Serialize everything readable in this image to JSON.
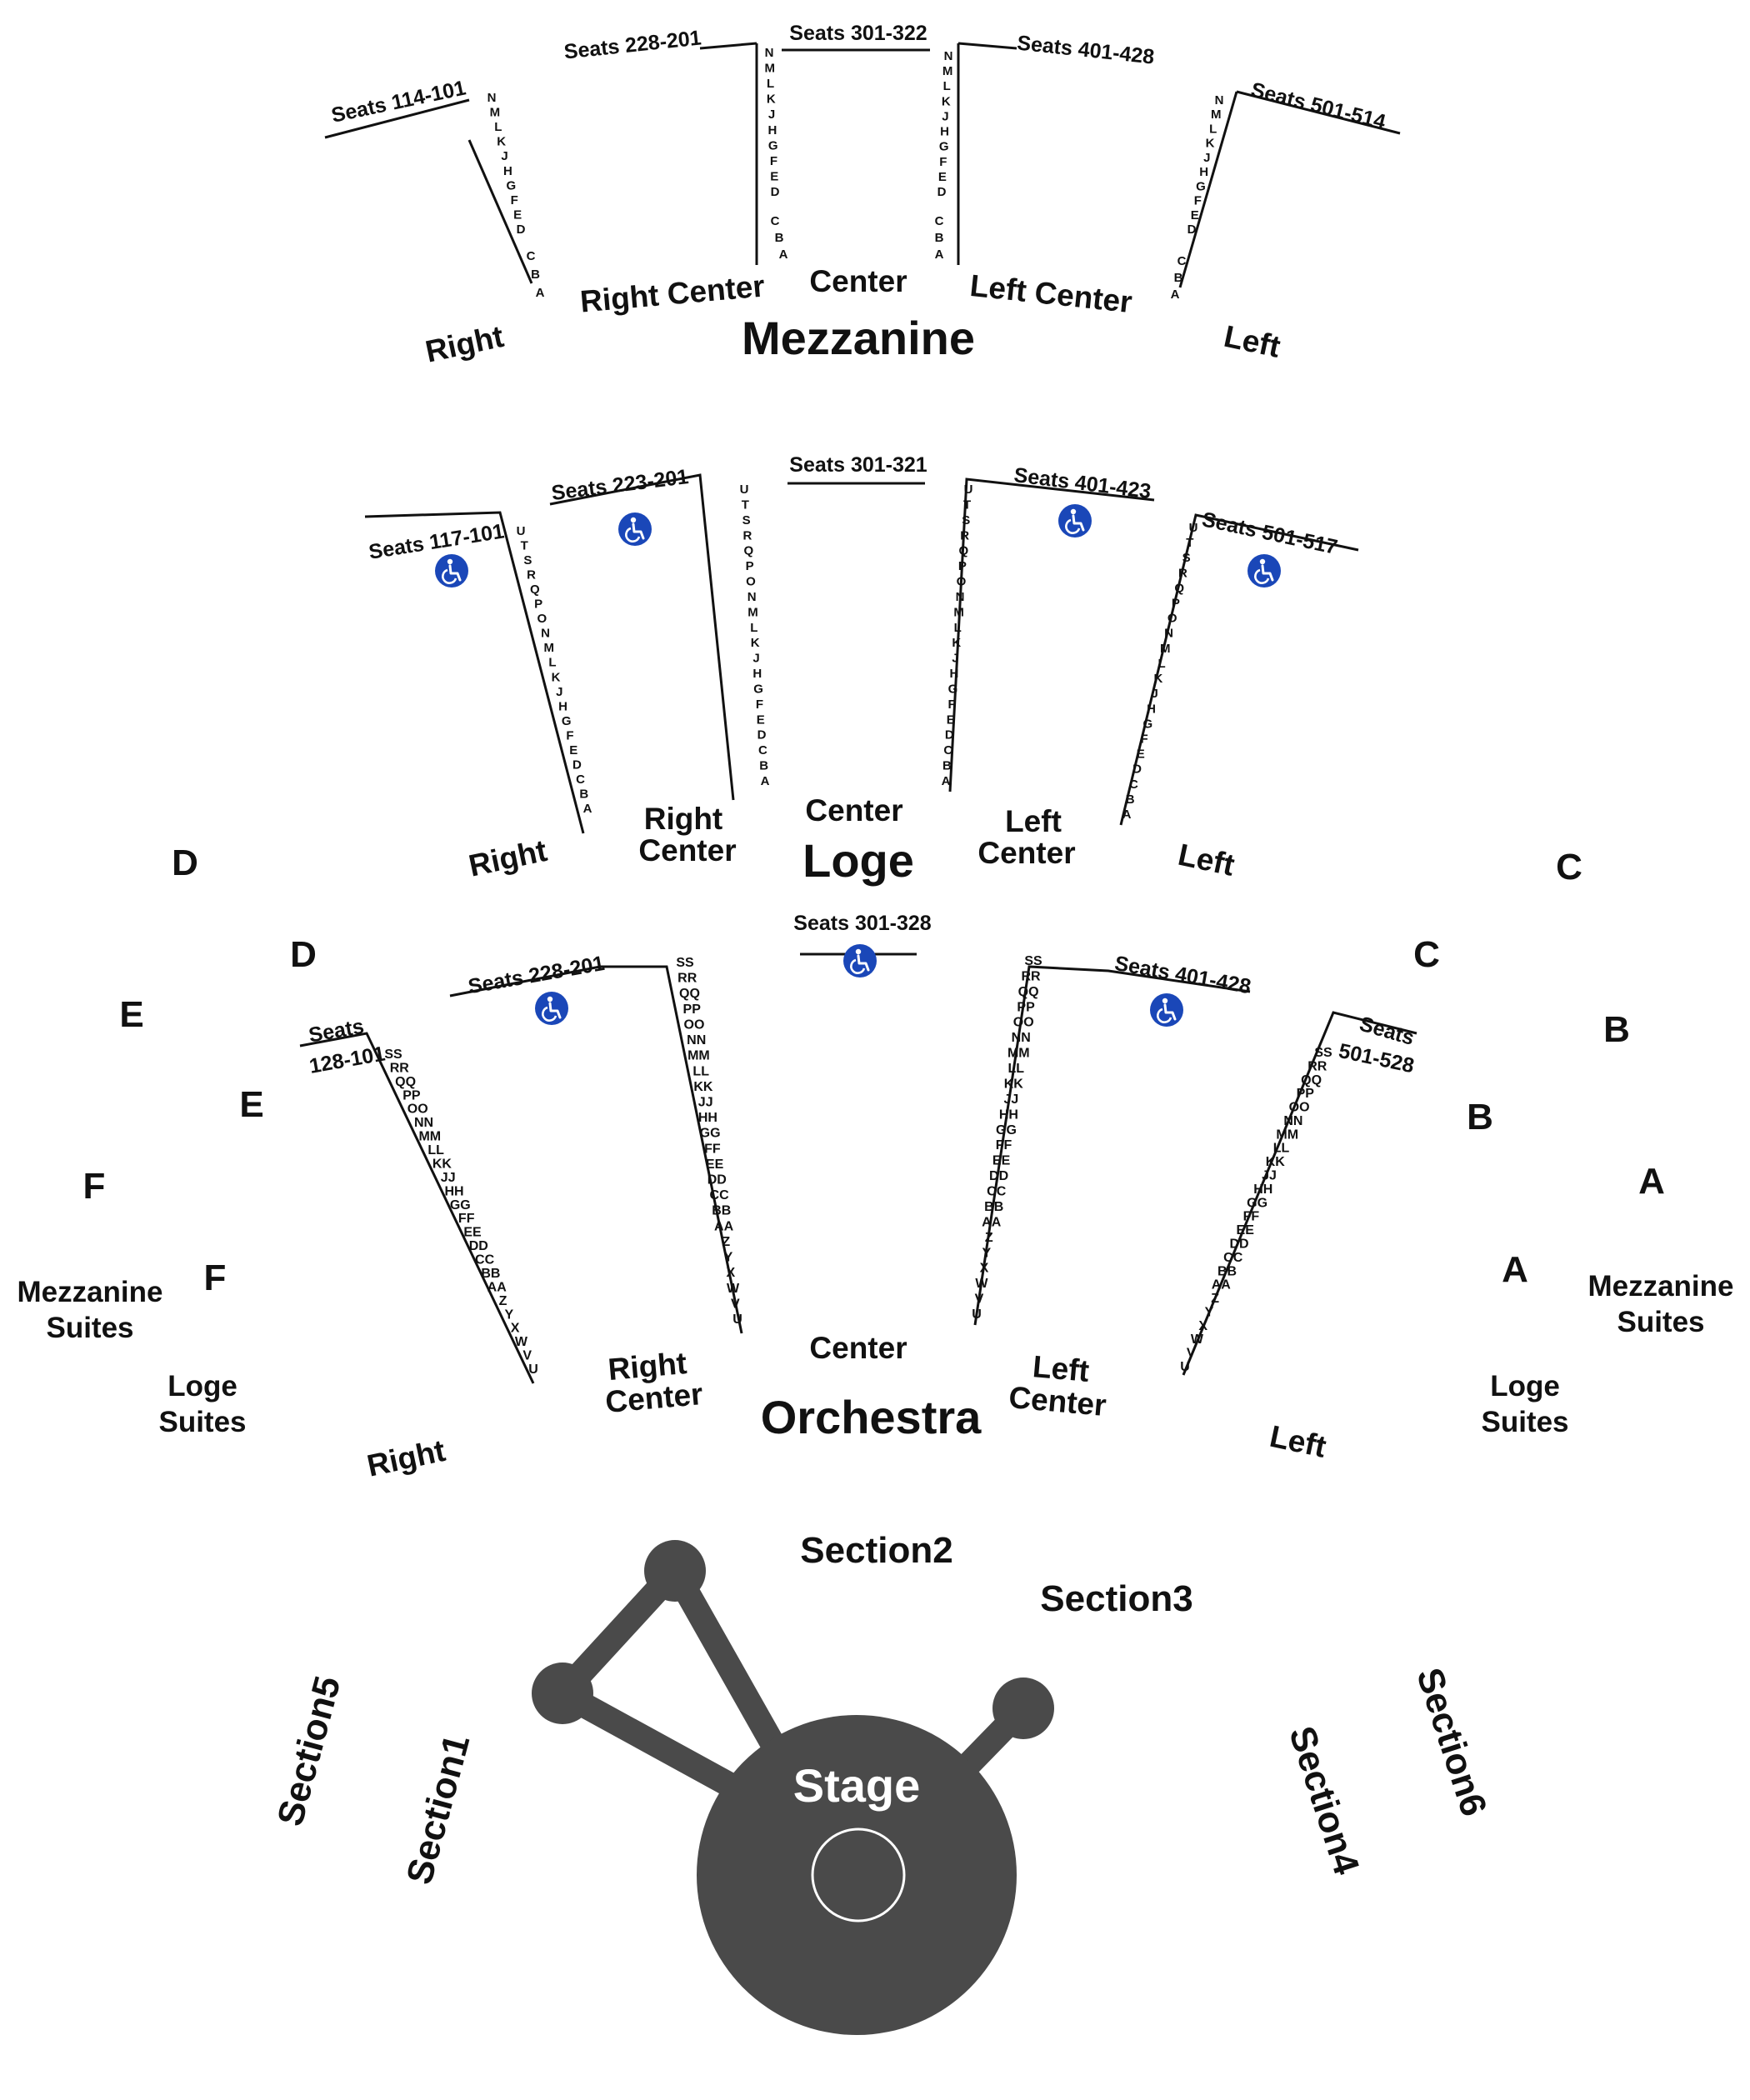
{
  "mezzanine": {
    "title": "Mezzanine",
    "zones": {
      "right": "Right",
      "right_center": "Right Center",
      "center": "Center",
      "left_center": "Left Center",
      "left": "Left"
    },
    "seats": {
      "right": "Seats 114-101",
      "right_center": "Seats 228-201",
      "center": "Seats 301-322",
      "left_center": "Seats 401-428",
      "left": "Seats 501-514"
    },
    "rows_a": [
      "N",
      "M",
      "L",
      "K",
      "J",
      "H",
      "G",
      "F",
      "E",
      "D"
    ],
    "rows_b": [
      "C",
      "B",
      "A"
    ]
  },
  "loge": {
    "title": "Loge",
    "zones": {
      "right": "Right",
      "right_center_1": "Right",
      "right_center_2": "Center",
      "center": "Center",
      "left_center_1": "Left",
      "left_center_2": "Center",
      "left": "Left"
    },
    "seats": {
      "right": "Seats 117-101",
      "right_center": "Seats 223-201",
      "center": "Seats 301-321",
      "left_center": "Seats 401-423",
      "left": "Seats 501-517"
    },
    "rows": [
      "U",
      "T",
      "S",
      "R",
      "Q",
      "P",
      "O",
      "N",
      "M",
      "L",
      "K",
      "J",
      "H",
      "G",
      "F",
      "E",
      "D",
      "C",
      "B",
      "A"
    ]
  },
  "orchestra": {
    "title": "Orchestra",
    "zones": {
      "right": "Right",
      "right_center_1": "Right",
      "right_center_2": "Center",
      "center": "Center",
      "left_center_1": "Left",
      "left_center_2": "Center",
      "left": "Left"
    },
    "seats": {
      "right_1": "Seats",
      "right_2": "128-101",
      "right_center": "Seats 228-201",
      "center": "Seats 301-328",
      "left_center": "Seats 401-428",
      "left_1": "Seats",
      "left_2": "501-528"
    },
    "rows": [
      "SS",
      "RR",
      "QQ",
      "PP",
      "OO",
      "NN",
      "MM",
      "LL",
      "KK",
      "JJ",
      "HH",
      "GG",
      "FF",
      "EE",
      "DD",
      "CC",
      "BB",
      "AA",
      "Z",
      "Y",
      "X",
      "W",
      "V",
      "U"
    ]
  },
  "side_boxes": {
    "left": [
      "D",
      "D",
      "E",
      "E",
      "F",
      "F"
    ],
    "right": [
      "C",
      "C",
      "B",
      "B",
      "A",
      "A"
    ],
    "mezzanine_suites": [
      "Mezzanine",
      "Suites"
    ],
    "loge_suites": [
      "Loge",
      "Suites"
    ]
  },
  "stage": {
    "label": "Stage",
    "color": "#4a4a4a"
  },
  "sections": [
    "Section1",
    "Section2",
    "Section3",
    "Section4",
    "Section5",
    "Section6"
  ],
  "accessible": {
    "icon": "wheelchair-icon",
    "color": "#1a47b8"
  }
}
